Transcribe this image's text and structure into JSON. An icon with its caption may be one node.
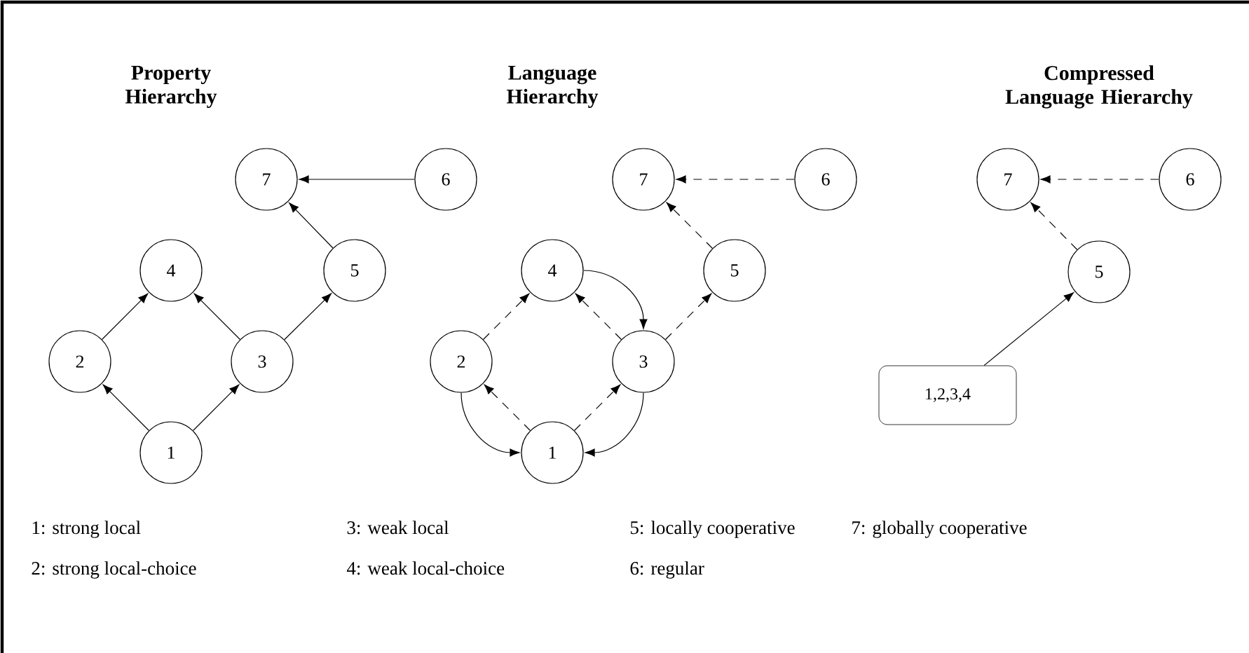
{
  "diagram": {
    "nodes": [
      {
        "text": [
          "7"
        ]
      },
      {
        "text": [
          "6"
        ]
      },
      {
        "text": [
          "4"
        ]
      },
      {
        "text": [
          "5"
        ]
      },
      {
        "text": [
          "2"
        ]
      },
      {
        "text": [
          "3"
        ]
      },
      {
        "text": [
          "1"
        ]
      },
      {
        "text": [
          "7"
        ]
      },
      {
        "text": [
          "6"
        ]
      },
      {
        "text": [
          "4"
        ]
      },
      {
        "text": [
          "5"
        ]
      },
      {
        "text": [
          "2"
        ]
      },
      {
        "text": [
          "3"
        ]
      },
      {
        "text": [
          "1"
        ]
      },
      {
        "text": [
          "7"
        ]
      },
      {
        "text": [
          "6"
        ]
      },
      {
        "text": [
          "5"
        ]
      },
      {
        "text": [
          "1,2,3,4"
        ]
      }
    ],
    "edges": [
      {
        "from": 1,
        "to": 0,
        "arrow": "to"
      },
      {
        "from": 3,
        "to": 0,
        "arrow": "to"
      },
      {
        "from": 5,
        "to": 3,
        "arrow": "to"
      },
      {
        "from": 5,
        "to": 2,
        "arrow": "to"
      },
      {
        "from": 4,
        "to": 2,
        "arrow": "to"
      },
      {
        "from": 6,
        "to": 4,
        "arrow": "to"
      },
      {
        "from": 6,
        "to": 5,
        "arrow": "to"
      },
      {
        "from": 8,
        "to": 7,
        "arrow": "to",
        "style": "dashed"
      },
      {
        "from": 10,
        "to": 7,
        "arrow": "to",
        "style": "dashed"
      },
      {
        "from": 12,
        "to": 10,
        "arrow": "to",
        "style": "dashed"
      },
      {
        "from": 12,
        "to": 9,
        "arrow": "to",
        "style": "dashed"
      },
      {
        "from": 11,
        "to": 9,
        "arrow": "to",
        "style": "dashed"
      },
      {
        "from": 13,
        "to": 11,
        "arrow": "to",
        "style": "dashed"
      },
      {
        "from": 13,
        "to": 12,
        "arrow": "to",
        "style": "dashed"
      },
      {
        "from": 9,
        "to": 12,
        "arrow": "to"
      },
      {
        "from": 11,
        "to": 13,
        "arrow": "to"
      },
      {
        "from": 12,
        "to": 13,
        "arrow": "to"
      },
      {
        "from": 15,
        "to": 14,
        "arrow": "to",
        "style": "dashed"
      },
      {
        "from": 16,
        "to": 14,
        "arrow": "to",
        "style": "dashed"
      },
      {
        "from": 17,
        "to": 16,
        "arrow": "to"
      }
    ],
    "labels": [
      "Property Hierarchy",
      "Language Hierarchy",
      "Compressed Language Hierarchy",
      "1: strong local",
      "3: weak local",
      "5: locally cooperative",
      "7: globally cooperative",
      "2: strong local-choice",
      "4: weak local-choice",
      "6: regular"
    ]
  }
}
